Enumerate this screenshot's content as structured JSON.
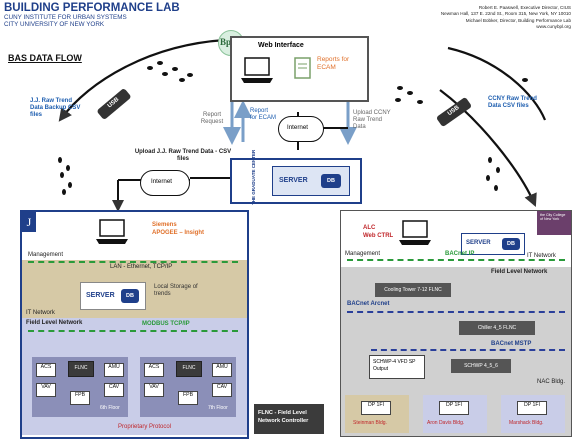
{
  "header": {
    "org_title": "BUILDING PERFORMANCE LAB",
    "org_line2": "CUNY INSTITUTE FOR URBAN SYSTEMS",
    "org_line3": "CITY UNIVERSITY OF NEW YORK",
    "contact_line1": "Robert E. Paaswell, Executive Director, CIUS",
    "contact_line2": "Newman Hall, 137 E. 22nd St., Room 315, New York, NY 10010",
    "contact_line3": "Michael Bobker, Director, Building Performance Lab",
    "contact_line4": "www.cunybpl.org"
  },
  "page_title": "BAS DATA FLOW",
  "bpl_logo": "BpL",
  "top": {
    "web_interface": "Web Interface",
    "reports_ecam": "Reports for ECAM",
    "report_request": "Report Request",
    "report_for_ecam": "Report for ECAM",
    "upload_ccny": "Upload CCNY Raw Trend Data",
    "internet_top": "Internet"
  },
  "server_center": {
    "logo_text": "THE GRADUATE CENTER",
    "server_label": "SERVER",
    "db_label": "DB"
  },
  "left_usb": {
    "usb": "USB",
    "label": "J.J. Raw Trend Data Backup CSV files",
    "upload": "Upload J.J. Raw Trend Data - CSV files",
    "internet": "Internet"
  },
  "right_usb": {
    "usb": "USB",
    "label": "CCNY Raw Trend Data CSV files"
  },
  "jj": {
    "logo": "J",
    "siemens": "Siemens",
    "apogee": "APOGEE – Insight",
    "management": "Management",
    "lan": "LAN - Ethernet, TCP/IP",
    "server": "SERVER",
    "db": "DB",
    "local_storage": "Local Storage of trends",
    "it_network": "IT Network",
    "field_level_network": "Field Level Network",
    "modbus": "MODBUS TCP/IP",
    "floor6_devices": [
      "ACS",
      "FLNC",
      "AMU",
      "VAV",
      "FPB",
      "CAV"
    ],
    "floor7_devices": [
      "ACS",
      "FLNC",
      "AMU",
      "VAV",
      "FPB",
      "CAV"
    ],
    "floor6": "6th Floor",
    "floor7": "7th Floor",
    "proprietary": "Proprietary Protocol"
  },
  "legend": {
    "flnc": "FLNC - Field Level Network Controller"
  },
  "ccny": {
    "logo": "the City College of New York",
    "alc": "ALC",
    "web_ctrl": "Web CTRL",
    "server": "SERVER",
    "db": "DB",
    "management": "Management",
    "bacnet_ip": "BACnet IP",
    "it_network": "IT Network",
    "field_level_network": "Field Level Network",
    "cooling_tower": "Cooling Tower 7-12 FLNC",
    "bacnet_arcnet": "BACnet Arcnet",
    "chiller": "Chiller 4_5 FLNC",
    "bacnet_mstp": "BACnet MSTP",
    "schwp_vfd": "SCHWP-4 VFD SP Output",
    "schwp": "SCHWP 4_5_6",
    "nac_bldg": "NAC Bldg.",
    "dp_1": "DP 1FI",
    "dp_2": "DP 1FI",
    "dp_3": "DP 1FI",
    "bldg_1": "Steinman Bldg.",
    "bldg_2": "Aron Davis Bldg.",
    "bldg_3": "Marshack Bldg."
  },
  "colors": {
    "navy": "#1f3f8a",
    "green": "#2a9a3a",
    "orange": "#e0702a",
    "red": "#c0262a",
    "lan_band": "#d6c9a6",
    "field_band": "#c9cde8",
    "floor_bg": "#8b8fb8",
    "ccny_band": "#d0d0d0"
  }
}
